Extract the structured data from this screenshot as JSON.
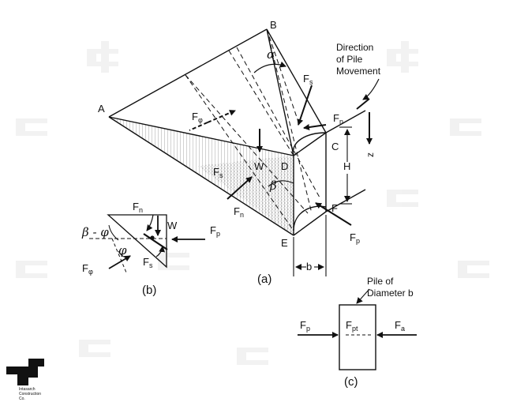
{
  "diagram": {
    "points": {
      "A": "A",
      "B": "B",
      "C": "C",
      "D": "D",
      "E": "E",
      "F": "F"
    },
    "forces": {
      "Fs": "F",
      "Fs_sub": "s",
      "Fn": "F",
      "Fn_sub": "n",
      "Fphi": "F",
      "Fphi_sub": "φ",
      "Fp": "F",
      "Fp_sub": "p",
      "Fpt": "F",
      "Fpt_sub": "pt",
      "Fa": "F",
      "Fa_sub": "a",
      "W": "W"
    },
    "angles": {
      "alpha": "α",
      "beta": "β",
      "phi": "φ",
      "beta_minus_phi": "β - φ"
    },
    "dims": {
      "H": "H",
      "b": "b",
      "z": "z"
    },
    "notes": {
      "direction_line1": "Direction",
      "direction_line2": "of Pile",
      "direction_line3": "Movement",
      "pile_line1": "Pile of",
      "pile_line2": "Diameter b"
    },
    "captions": {
      "a": "(a)",
      "b": "(b)",
      "c": "(c)"
    }
  },
  "logo": {
    "line1": "Intasarch",
    "line2": "Construction",
    "line3": "Co."
  }
}
